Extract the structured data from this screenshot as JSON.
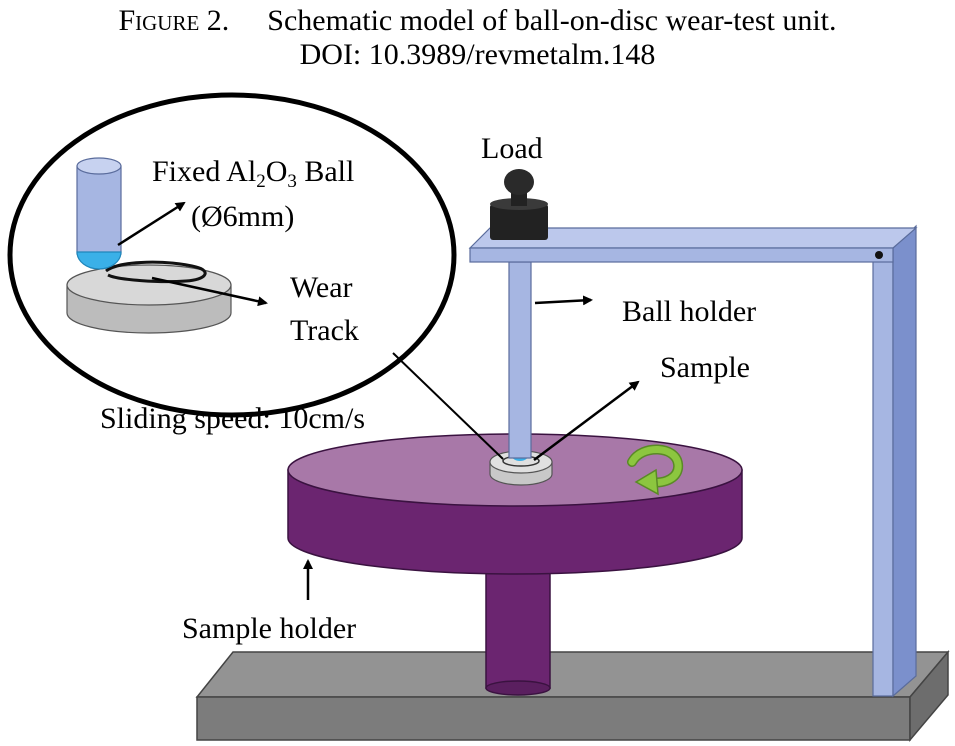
{
  "caption": {
    "figure_label": "Figure 2.",
    "title": "Schematic model of ball-on-disc wear-test unit.",
    "doi": "DOI: 10.3989/revmetalm.148"
  },
  "labels": {
    "load": "Load",
    "fixed_ball_prefix": "Fixed Al",
    "fixed_ball_sub1": "2",
    "fixed_ball_mid": "O",
    "fixed_ball_sub2": "3",
    "fixed_ball_suffix": " Ball",
    "ball_diameter": "(Ø6mm)",
    "wear": "Wear",
    "track": "Track",
    "ball_holder": "Ball holder",
    "sample": "Sample",
    "sliding_speed": "Sliding speed:  10cm/s",
    "sample_holder": "Sample holder"
  },
  "colors": {
    "disc_top": "#a878a8",
    "disc_side": "#6b2570",
    "arm": "#a6b6e2",
    "arm_dark": "#7b90cc",
    "base_top": "#929292",
    "base_front": "#7a7a7a",
    "sample_gray": "#d8d8d8",
    "ball_blue": "#3ab0e8",
    "rotation_arrow": "#8cc63f",
    "weight": "#222222"
  }
}
